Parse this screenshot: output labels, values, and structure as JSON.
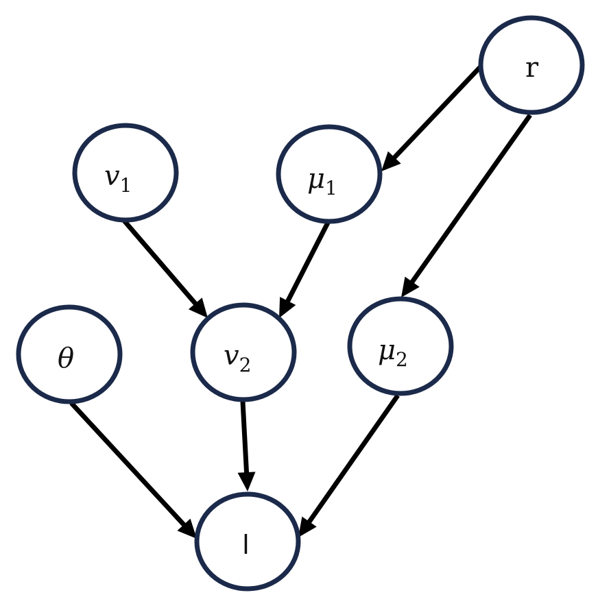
{
  "nodes": {
    "r": {
      "label": "r"
    },
    "v1": {
      "symbol": "v",
      "subscript": "1"
    },
    "mu1": {
      "symbol": "μ",
      "subscript": "1"
    },
    "theta": {
      "label": "θ"
    },
    "v2": {
      "symbol": "v",
      "subscript": "2"
    },
    "mu2": {
      "symbol": "μ",
      "subscript": "2"
    },
    "l": {
      "label": "l"
    }
  },
  "edges": [
    {
      "from": "r",
      "to": "mu1"
    },
    {
      "from": "r",
      "to": "mu2"
    },
    {
      "from": "v1",
      "to": "v2"
    },
    {
      "from": "mu1",
      "to": "v2"
    },
    {
      "from": "theta",
      "to": "l"
    },
    {
      "from": "v2",
      "to": "l"
    },
    {
      "from": "mu2",
      "to": "l"
    }
  ],
  "colors": {
    "node_stroke": "#1b2a4a",
    "node_fill": "#ffffff",
    "edge": "#000000",
    "text": "#111111"
  }
}
